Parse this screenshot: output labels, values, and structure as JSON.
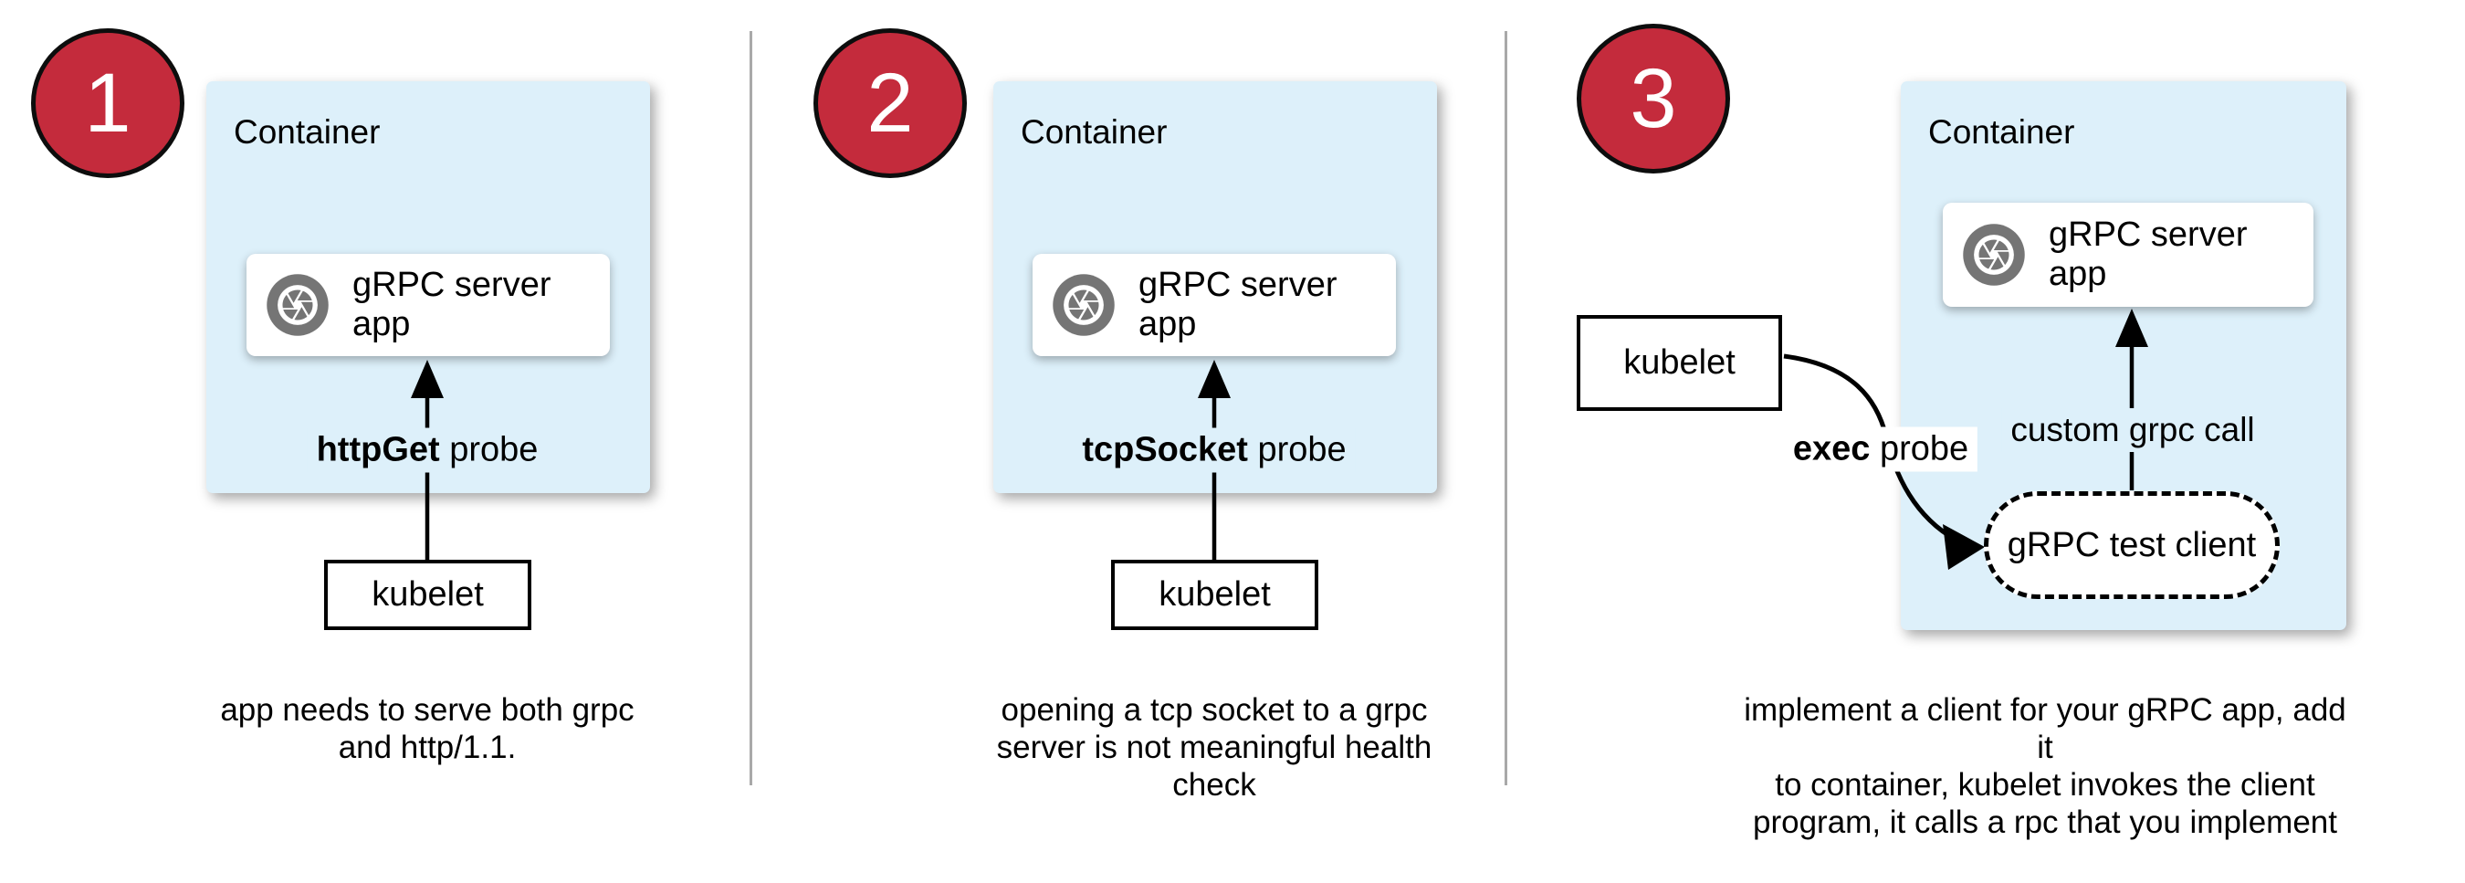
{
  "diagram": {
    "colors": {
      "badge_red": "#c42b3c",
      "container_blue": "#ddf0fa",
      "icon_gray": "#757575",
      "divider_gray": "#a9a9a9",
      "arrow_black": "#000000"
    },
    "panels": [
      {
        "badge": "1",
        "container_label": "Container",
        "app_label": "gRPC server app",
        "probe_bold": "httpGet",
        "probe_rest": " probe",
        "kubelet_label": "kubelet",
        "caption": "app needs to serve both grpc\nand http/1.1."
      },
      {
        "badge": "2",
        "container_label": "Container",
        "app_label": "gRPC server app",
        "probe_bold": "tcpSocket",
        "probe_rest": " probe",
        "kubelet_label": "kubelet",
        "caption": "opening a tcp socket to a grpc\nserver is not meaningful health\ncheck"
      },
      {
        "badge": "3",
        "container_label": "Container",
        "app_label": "gRPC server app",
        "probe_bold": "exec",
        "probe_rest": " probe",
        "kubelet_label": "kubelet",
        "custom_call_label": "custom grpc call",
        "test_client_label": "gRPC test client",
        "caption": "implement a client for your gRPC app, add it\nto container, kubelet invokes the client\nprogram, it calls a rpc that you implement"
      }
    ]
  }
}
